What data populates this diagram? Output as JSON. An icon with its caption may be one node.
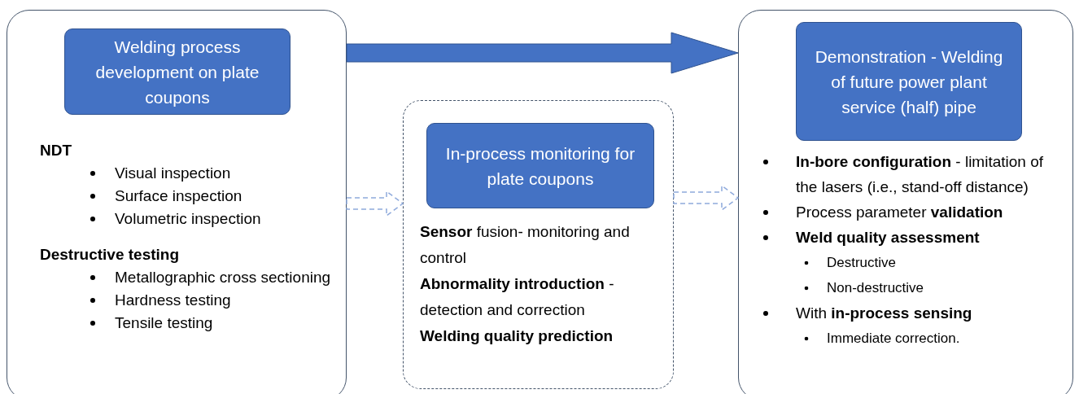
{
  "diagram": {
    "nodes": [
      {
        "text": [
          "NDT",
          "Visual inspection",
          "Surface inspection",
          "Volumetric inspection",
          "Destructive testing",
          "Metallographic cross sectioning",
          "Hardness testing",
          "Tensile testing"
        ]
      },
      {
        "text": [
          "Welding process development on plate coupons"
        ],
        "in": 0
      },
      {
        "text": [
          "**Sensor** fusion- monitoring and control",
          "**Abnormality introduction** - detection and correction",
          "Welding quality prediction"
        ]
      },
      {
        "text": [
          "In-process monitoring for plate coupons"
        ],
        "in": 2
      },
      {
        "text": [
          "**In-bore configuration** - limitation of the lasers (i.e., stand-off distance)",
          "Process parameter **validation**",
          "Weld quality assessment",
          "Destructive",
          "Non-destructive",
          "With **in-process sensing**",
          "Immediate correction."
        ]
      },
      {
        "text": [
          "Demonstration - Welding of future power plant service (half) pipe"
        ],
        "in": 4
      }
    ],
    "edges": [
      {
        "from": 0,
        "to": 4,
        "arrow": "to",
        "style": "thick",
        "color": "#4472c4"
      },
      {
        "from": 0,
        "to": 2,
        "arrow": "to",
        "style": "dashed"
      },
      {
        "from": 2,
        "to": 4,
        "arrow": "to",
        "style": "dashed"
      }
    ]
  }
}
